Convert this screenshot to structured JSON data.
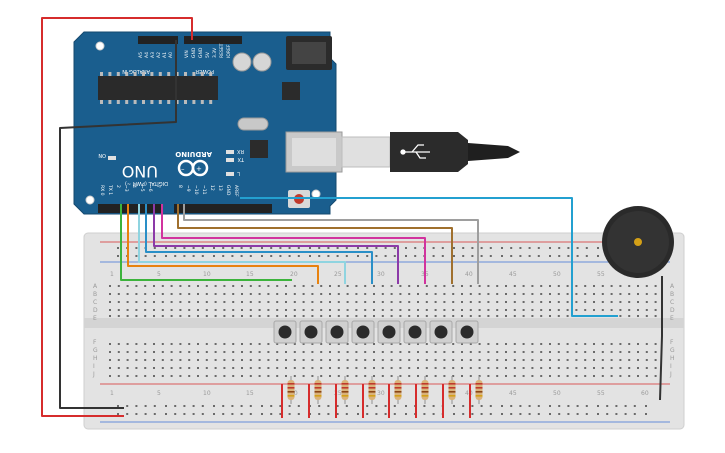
{
  "arduino": {
    "brand": "ARDUINO",
    "model": "UNO",
    "analog_label": "ANALOG IN",
    "power_label": "POWER",
    "digital_label": "DIGITAL (PWM ~)",
    "on_label": "ON",
    "tx_label": "TX",
    "rx_label": "RX",
    "l_label": "L",
    "analog_pins": [
      "A5",
      "A4",
      "A3",
      "A2",
      "A1",
      "A0"
    ],
    "power_pins": [
      "VIN",
      "GND",
      "GND",
      "5V",
      "3.3V",
      "RESET",
      "IOREF"
    ],
    "digital_pins": [
      "RX 0",
      "TX 1",
      "2",
      "~3",
      "4",
      "~5",
      "~6",
      "7",
      "8",
      "~9",
      "~10",
      "~11",
      "12",
      "13",
      "GND",
      "AREF"
    ],
    "board_color": "#1a5e8e"
  },
  "breadboard": {
    "column_numbers": [
      "1",
      "5",
      "10",
      "15",
      "20",
      "25",
      "30",
      "35",
      "40",
      "45",
      "50",
      "55",
      "60"
    ],
    "row_letters_top": [
      "A",
      "B",
      "C",
      "D",
      "E"
    ],
    "row_letters_bottom": [
      "F",
      "G",
      "H",
      "I",
      "J"
    ]
  },
  "wire_colors": {
    "red": "#d62c2c",
    "black": "#333333",
    "green": "#3cb33c",
    "orange": "#e8820e",
    "light_blue": "#8fd4e0",
    "blue": "#2a8fc7",
    "purple": "#8c3aa8",
    "magenta": "#d1339e",
    "brown": "#a0702e",
    "grey": "#9e9e9e",
    "buzzer_cyan": "#23a0d0"
  },
  "components": {
    "buttons": 8,
    "resistors": 8,
    "buzzer": "piezo-buzzer",
    "usb": "usb-b-cable"
  }
}
